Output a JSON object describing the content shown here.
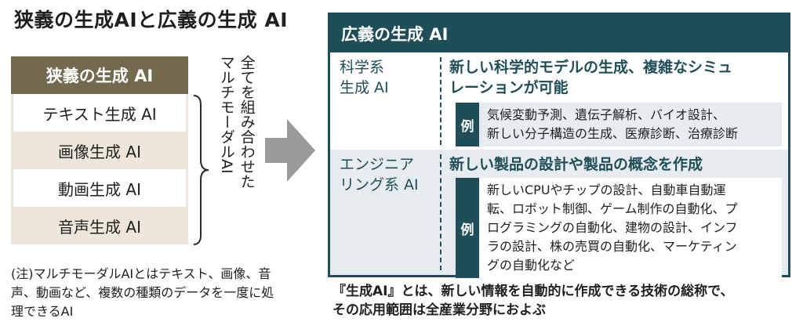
{
  "title": "狭義の生成AIと広義の生成 AI",
  "narrow": {
    "header": "狭義の生成 AI",
    "items": [
      "テキスト生成 AI",
      "画像生成 AI",
      "動画生成 AI",
      "音声生成 AI"
    ]
  },
  "multimodal": {
    "line1": "全てを組み合わせた",
    "line2": "マルチモーダルAI"
  },
  "note": "(注)マルチモーダルAIとはテキスト、画像、音声、動画など、複数の種類のデータを一度に処理できるAI",
  "broad": {
    "header": "広義の生成 AI",
    "categories": [
      {
        "label": "科学系\n生成 AI",
        "description": "新しい科学的モデルの生成、複雑なシミュ\nレーションが可能",
        "example_badge": "例",
        "example_text": "気候変動予測、遺伝子解析、バイオ設計、\n新しい分子構造の生成、医療診断、治療診断"
      },
      {
        "label": "エンジニア\nリング系 AI",
        "description": "新しい製品の設計や製品の概念を作成",
        "example_badge": "例",
        "example_text": "新しいCPUやチップの設計、自動車自動運\n転、ロボット制御、ゲーム制作の自動化、プ\nログラミングの自動化、建物の設計、インフ\nラの設計、株の売買の自動化、マーケティン\nグの自動化など"
      }
    ]
  },
  "footer": "『生成AI』とは、新しい情報を自動的に作成できる技術の総称で、\nその応用範囲は全産業分野におよぶ",
  "colors": {
    "narrow_header": "#72694f",
    "narrow_shade": "#ece7da",
    "broad_primary": "#1f4e58",
    "broad_shade": "#e6ecef",
    "arrow": "#9a9a9a"
  }
}
